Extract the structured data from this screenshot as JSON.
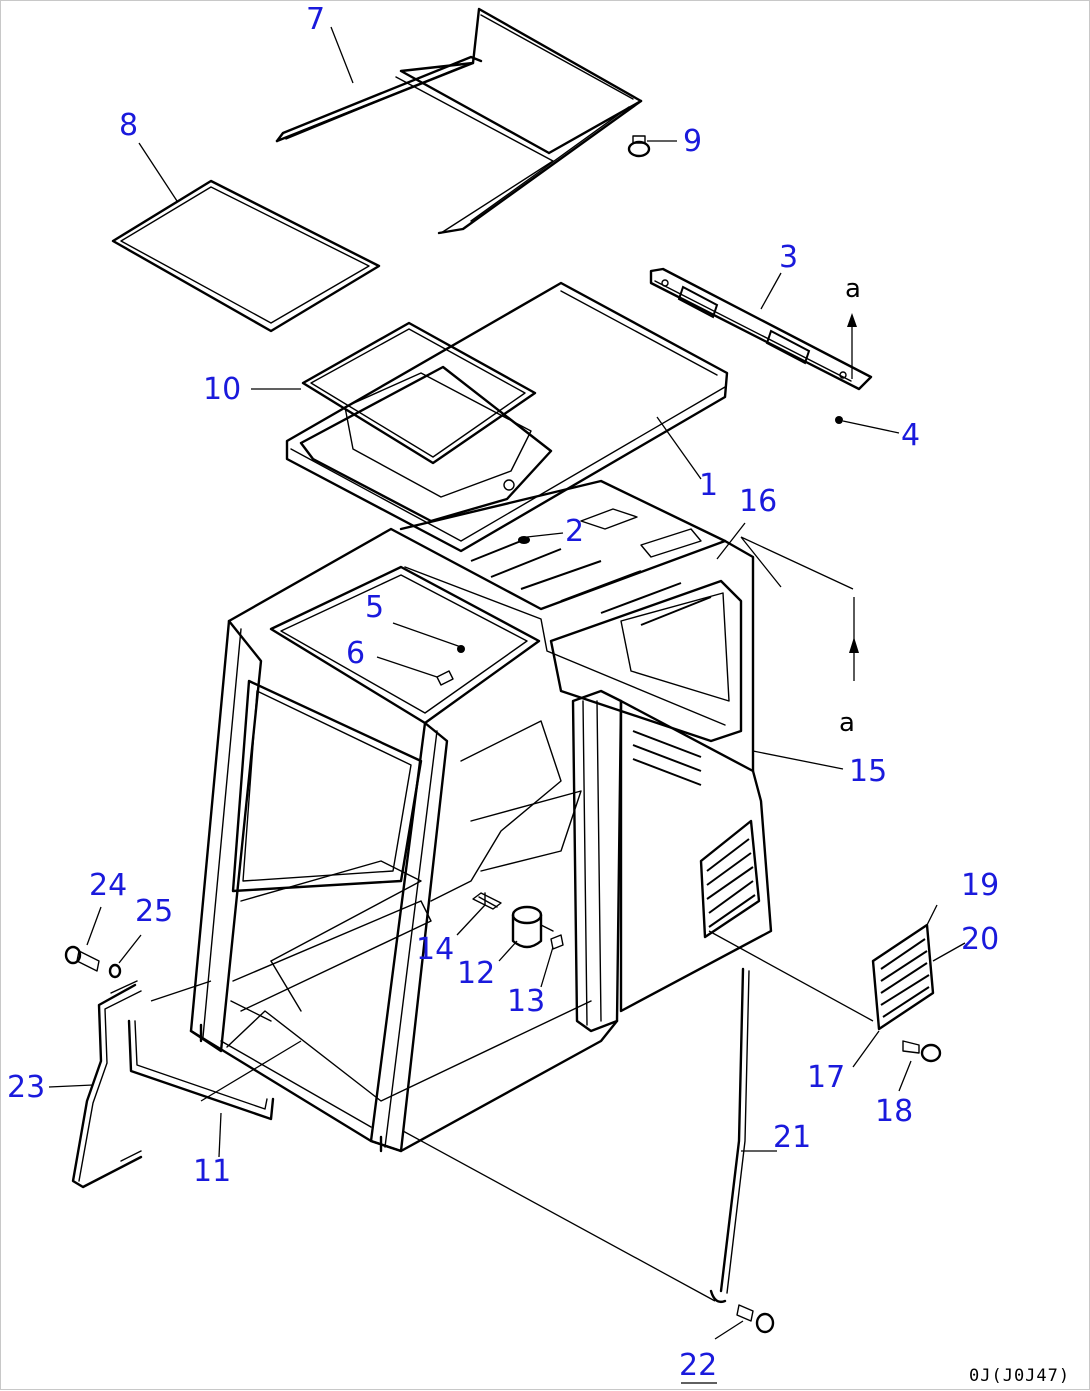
{
  "diagram": {
    "part_numbers": [
      "1",
      "2",
      "3",
      "4",
      "5",
      "6",
      "7",
      "8",
      "9",
      "10",
      "11",
      "12",
      "13",
      "14",
      "15",
      "16",
      "17",
      "18",
      "19",
      "20",
      "21",
      "22",
      "23",
      "24",
      "25"
    ],
    "view_reference": "a",
    "drawing_code": "0J(J0J47)"
  }
}
